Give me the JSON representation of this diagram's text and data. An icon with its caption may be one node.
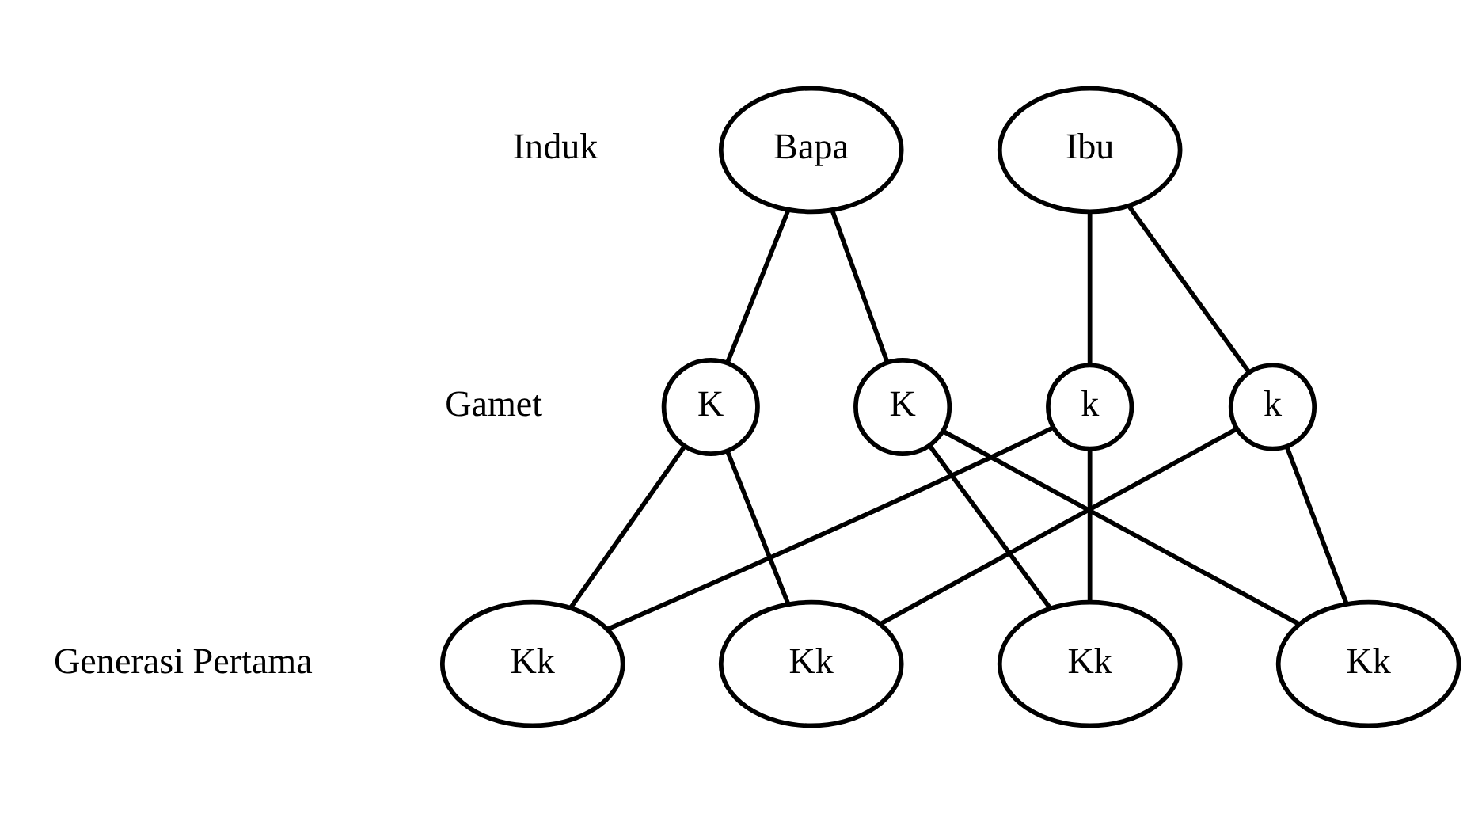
{
  "diagram": {
    "nodes": [
      {
        "text": [
          "Bapa"
        ]
      },
      {
        "text": [
          "Ibu"
        ]
      },
      {
        "text": [
          "K"
        ]
      },
      {
        "text": [
          "K"
        ]
      },
      {
        "text": [
          "k"
        ]
      },
      {
        "text": [
          "k"
        ]
      },
      {
        "text": [
          "Kk"
        ]
      },
      {
        "text": [
          "Kk"
        ]
      },
      {
        "text": [
          "Kk"
        ]
      },
      {
        "text": [
          "Kk"
        ]
      }
    ],
    "edges": [
      {
        "from": 0,
        "to": 2,
        "arrow": "none"
      },
      {
        "from": 0,
        "to": 3,
        "arrow": "none"
      },
      {
        "from": 1,
        "to": 4,
        "arrow": "none"
      },
      {
        "from": 1,
        "to": 5,
        "arrow": "none"
      },
      {
        "from": 2,
        "to": 6,
        "arrow": "none"
      },
      {
        "from": 2,
        "to": 7,
        "arrow": "none"
      },
      {
        "from": 3,
        "to": 8,
        "arrow": "none"
      },
      {
        "from": 3,
        "to": 9,
        "arrow": "none"
      },
      {
        "from": 4,
        "to": 6,
        "arrow": "none"
      },
      {
        "from": 4,
        "to": 8,
        "arrow": "none"
      },
      {
        "from": 5,
        "to": 7,
        "arrow": "none"
      },
      {
        "from": 5,
        "to": 9,
        "arrow": "none"
      }
    ],
    "labels": [
      "Induk",
      "Gamet",
      "Generasi Pertama"
    ]
  }
}
